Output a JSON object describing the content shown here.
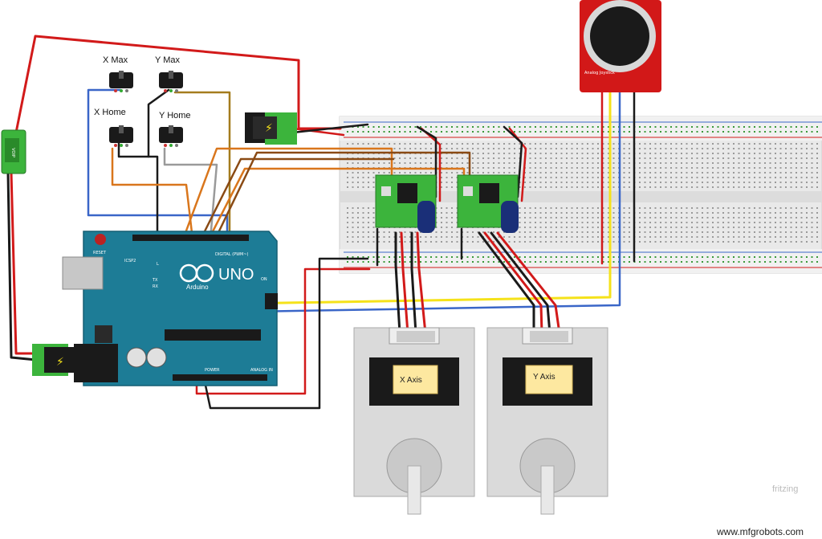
{
  "switches": {
    "x_max": "X Max",
    "y_max": "Y Max",
    "x_home": "X Home",
    "y_home": "Y Home"
  },
  "arduino": {
    "logo_text": "Arduino",
    "uno_text": "UNO",
    "reset_label": "RESET",
    "icsp_label": "ICSP2",
    "l_label": "L",
    "tx_label": "TX",
    "rx_label": "RX",
    "on_label": "ON",
    "digital_label": "DIGITAL (PWM~)",
    "power_label": "POWER",
    "analog_label": "ANALOG IN"
  },
  "motors": {
    "x_label": "X Axis",
    "y_label": "Y Axis"
  },
  "joystick": {
    "board_label": "Analog Joystick"
  },
  "regulator": {
    "label": "VOIP"
  },
  "watermark": {
    "site": "www.mfgrobots.com",
    "ghost": "fritzing"
  },
  "colors": {
    "wire_red": "#d21a1a",
    "wire_black": "#1a1a1a",
    "wire_blue": "#3a66c8",
    "wire_yellow": "#f5e21a",
    "wire_orange": "#d9761c",
    "wire_brown": "#8a4a14",
    "wire_olive": "#a47c1e",
    "wire_gray": "#9a9a9a",
    "arduino_board": "#1d7c96",
    "driver_board": "#3cb43c",
    "joystick_board": "#d21818"
  }
}
